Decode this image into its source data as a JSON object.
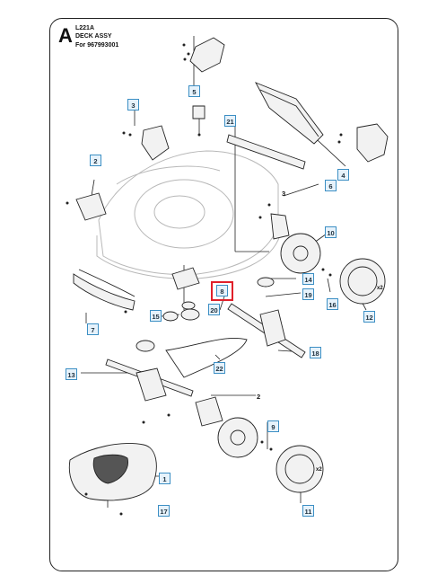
{
  "header": {
    "letter": "A",
    "model": "L221A",
    "title": "DECK ASSY",
    "for_line": "For 967993001"
  },
  "callouts": {
    "c1": "1",
    "c2a": "2",
    "c2b": "2",
    "c3a": "3",
    "c3b": "3",
    "c4": "4",
    "c5": "5",
    "c6": "6",
    "c7": "7",
    "c8": "8",
    "c9": "9",
    "c10": "10",
    "c11": "11",
    "c12": "12",
    "c13": "13",
    "c14": "14",
    "c15": "15",
    "c16": "16",
    "c17": "17",
    "c18": "18",
    "c19": "19",
    "c20": "20",
    "c21": "21",
    "c22": "22"
  },
  "qty_labels": {
    "q1": "x2",
    "q2": "x2"
  },
  "highlight": {
    "color": "#e0202a",
    "label": "8"
  },
  "colors": {
    "callout_border": "#3c8fc4",
    "callout_fill": "#e6f2fb",
    "line": "#222222",
    "deck_line": "#b8b8b8"
  }
}
